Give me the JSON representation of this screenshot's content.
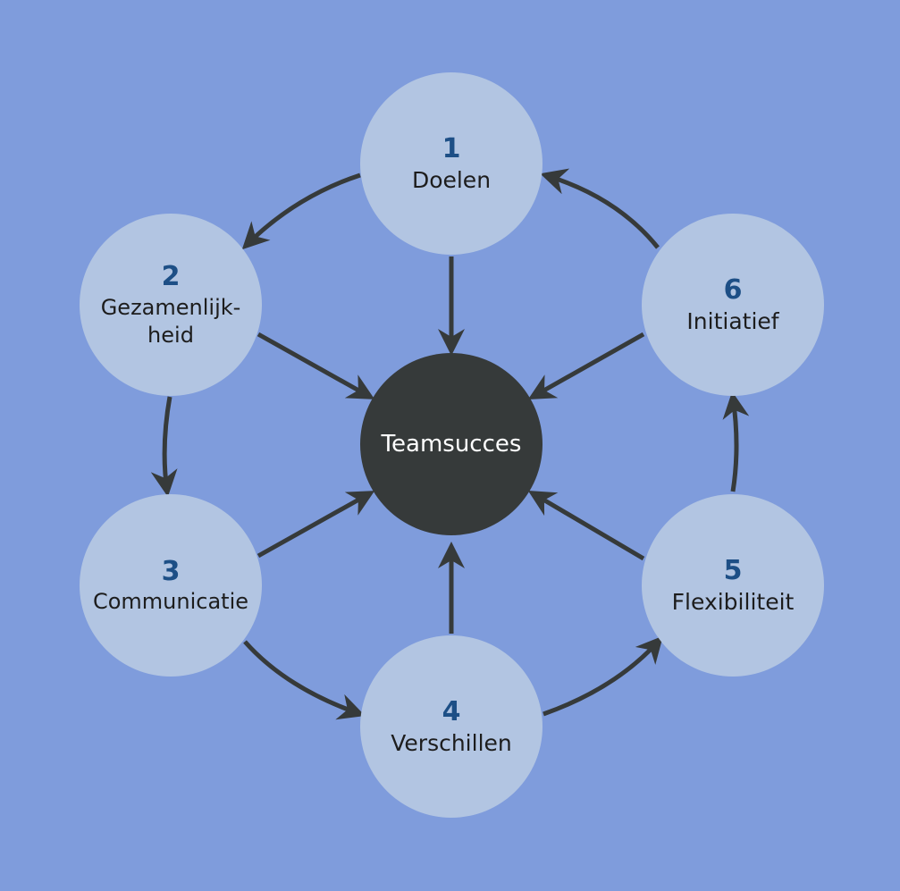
{
  "center": {
    "label": "Teamsucces"
  },
  "nodes": [
    {
      "number": "1",
      "label": "Doelen"
    },
    {
      "number": "2",
      "label": "Gezamenlijk-\nheid"
    },
    {
      "number": "3",
      "label": "Communicatie"
    },
    {
      "number": "4",
      "label": "Verschillen"
    },
    {
      "number": "5",
      "label": "Flexibiliteit"
    },
    {
      "number": "6",
      "label": "Initiatief"
    }
  ],
  "colors": {
    "background": "#7f9cdc",
    "node_fill": "#b2c5e2",
    "center_fill": "#363a3a",
    "number_color": "#1d4f86",
    "arrow_color": "#363a3a"
  }
}
